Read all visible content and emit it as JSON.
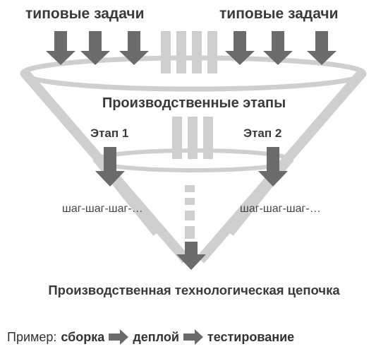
{
  "top_labels": [
    "типовые задачи",
    "типовые задачи"
  ],
  "stages_title": "Производственные этапы",
  "stages": [
    {
      "label": "Этап 1",
      "steps": "шаг-шаг-шаг-…"
    },
    {
      "label": "Этап 2",
      "steps": "шаг-шаг-шаг-…"
    }
  ],
  "chain_title": "Производственная технологическая цепочка",
  "example": {
    "prefix": "Пример:",
    "items": [
      "сборка",
      "деплой",
      "тестирование"
    ]
  },
  "colors": {
    "arrow_dark": "#6b6b6b",
    "arrow_light": "#cfcfcf",
    "funnel": "#cfcfcf",
    "text": "#3a3a3a"
  }
}
